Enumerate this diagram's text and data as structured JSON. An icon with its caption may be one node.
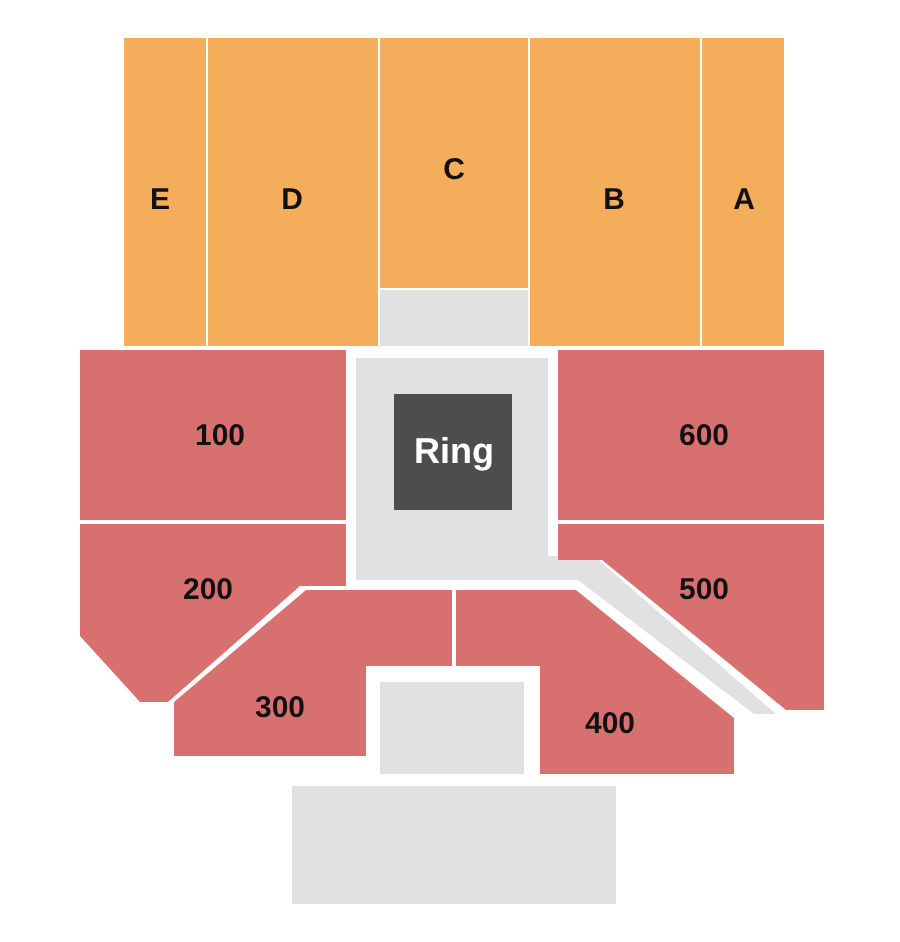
{
  "diagram": {
    "nodes": [
      {
        "text": [
          "E"
        ]
      },
      {
        "text": [
          "D"
        ]
      },
      {
        "text": [
          "C"
        ]
      },
      {
        "text": [
          "B"
        ]
      },
      {
        "text": [
          "A"
        ]
      },
      {
        "text": [],
        "shape": "box"
      },
      {
        "text": [
          "100"
        ]
      },
      {
        "text": [],
        "shape": "box"
      },
      {
        "text": [
          "Ring"
        ],
        "in": 7
      },
      {
        "text": [
          "600"
        ]
      },
      {
        "text": [
          "200"
        ]
      },
      {
        "text": [
          "500"
        ]
      },
      {
        "text": [
          "300"
        ]
      },
      {
        "text": [
          "400"
        ]
      },
      {
        "text": [],
        "shape": "box"
      },
      {
        "text": [],
        "shape": "box"
      }
    ]
  }
}
